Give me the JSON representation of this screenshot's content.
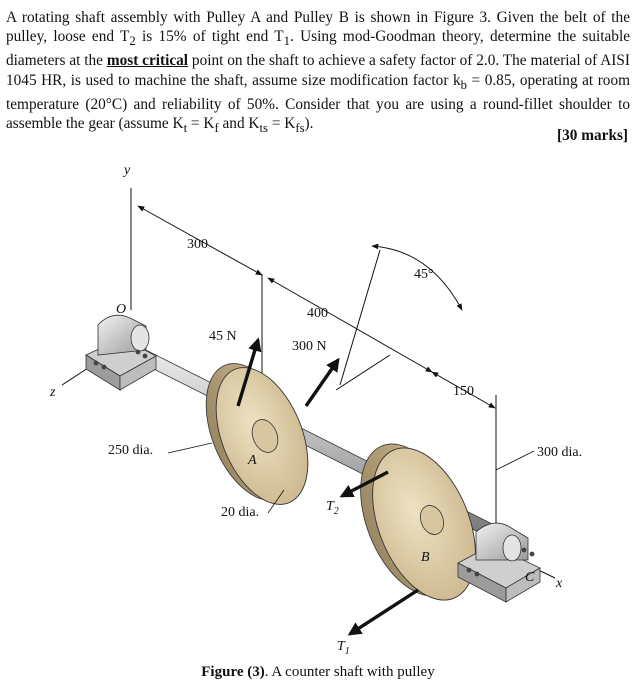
{
  "problem": {
    "part1": "A rotating shaft assembly with Pulley A and Pulley B is shown in Figure 3. Given the belt of the pulley, loose end T",
    "part2": " is 15% of tight end T",
    "part3": ". Using mod-Goodman theory, determine the suitable diameters at the ",
    "critical": "most critical",
    "part4": " point on the shaft to achieve a safety factor of 2.0. The material of AISI 1045 HR, is used to machine the shaft, assume size modification factor k",
    "part5": " = 0.85, operating at room temperature (20°C) and reliability of 50%. Consider that you are using a round-fillet shoulder to assemble the gear (assume K",
    "part6": " = K",
    "part7": " and K",
    "part8": " = K",
    "part9": ").",
    "sub_2": "2",
    "sub_1": "1",
    "sub_b": "b",
    "sub_t": "t",
    "sub_f": "f",
    "sub_ts": "ts",
    "sub_fs": "fs"
  },
  "marks": "[30 marks]",
  "figure": {
    "labels": {
      "y": "y",
      "z": "z",
      "x": "x",
      "o": "O",
      "a": "A",
      "b": "B",
      "c": "C",
      "dim_300": "300",
      "dim_400": "400",
      "dim_150": "150",
      "angle": "45°",
      "force_45": "45 N",
      "force_300": "300 N",
      "dia_250": "250 dia.",
      "dia_20": "20 dia.",
      "dia_300": "300 dia.",
      "t2": "T",
      "t2_sub": "2",
      "t1": "T",
      "t1_sub": "1"
    }
  },
  "caption": {
    "label": "Figure (3)",
    "text": ". A counter shaft with pulley"
  }
}
